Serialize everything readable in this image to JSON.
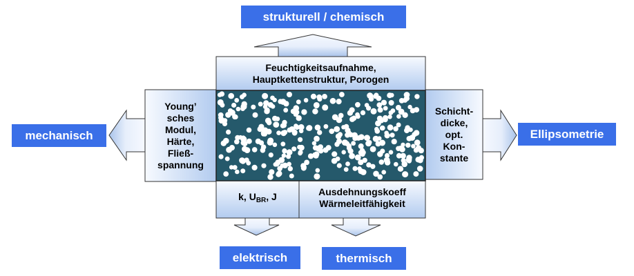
{
  "boxes": {
    "top": "strukturell / chemisch",
    "left": "mechanisch",
    "right": "Ellipsometrie",
    "bottom_left": "elektrisch",
    "bottom_right": "thermisch"
  },
  "panels": {
    "top": [
      "Feuchtigkeitsaufnahme,",
      "Hauptkettenstruktur, Porogen"
    ],
    "left": [
      "Young’",
      "sches",
      "Modul,",
      "Härte,",
      "Fließ-",
      "spannung"
    ],
    "right": [
      "Schicht-",
      "dicke,",
      "opt.",
      "Kon-",
      "stante"
    ],
    "bottom_left": {
      "k": "k, U",
      "sub": "BR",
      "rest": ", J"
    },
    "bottom_right": [
      "Ausdehnungskoeff",
      "Wärmeleitfähigkeit"
    ]
  },
  "colors": {
    "box_blue": "#3a6fe8",
    "material_bg": "#25596b",
    "pore": "#ffffff",
    "panel_light": "#f4f8fe",
    "panel_dark": "#a8c2ea"
  }
}
